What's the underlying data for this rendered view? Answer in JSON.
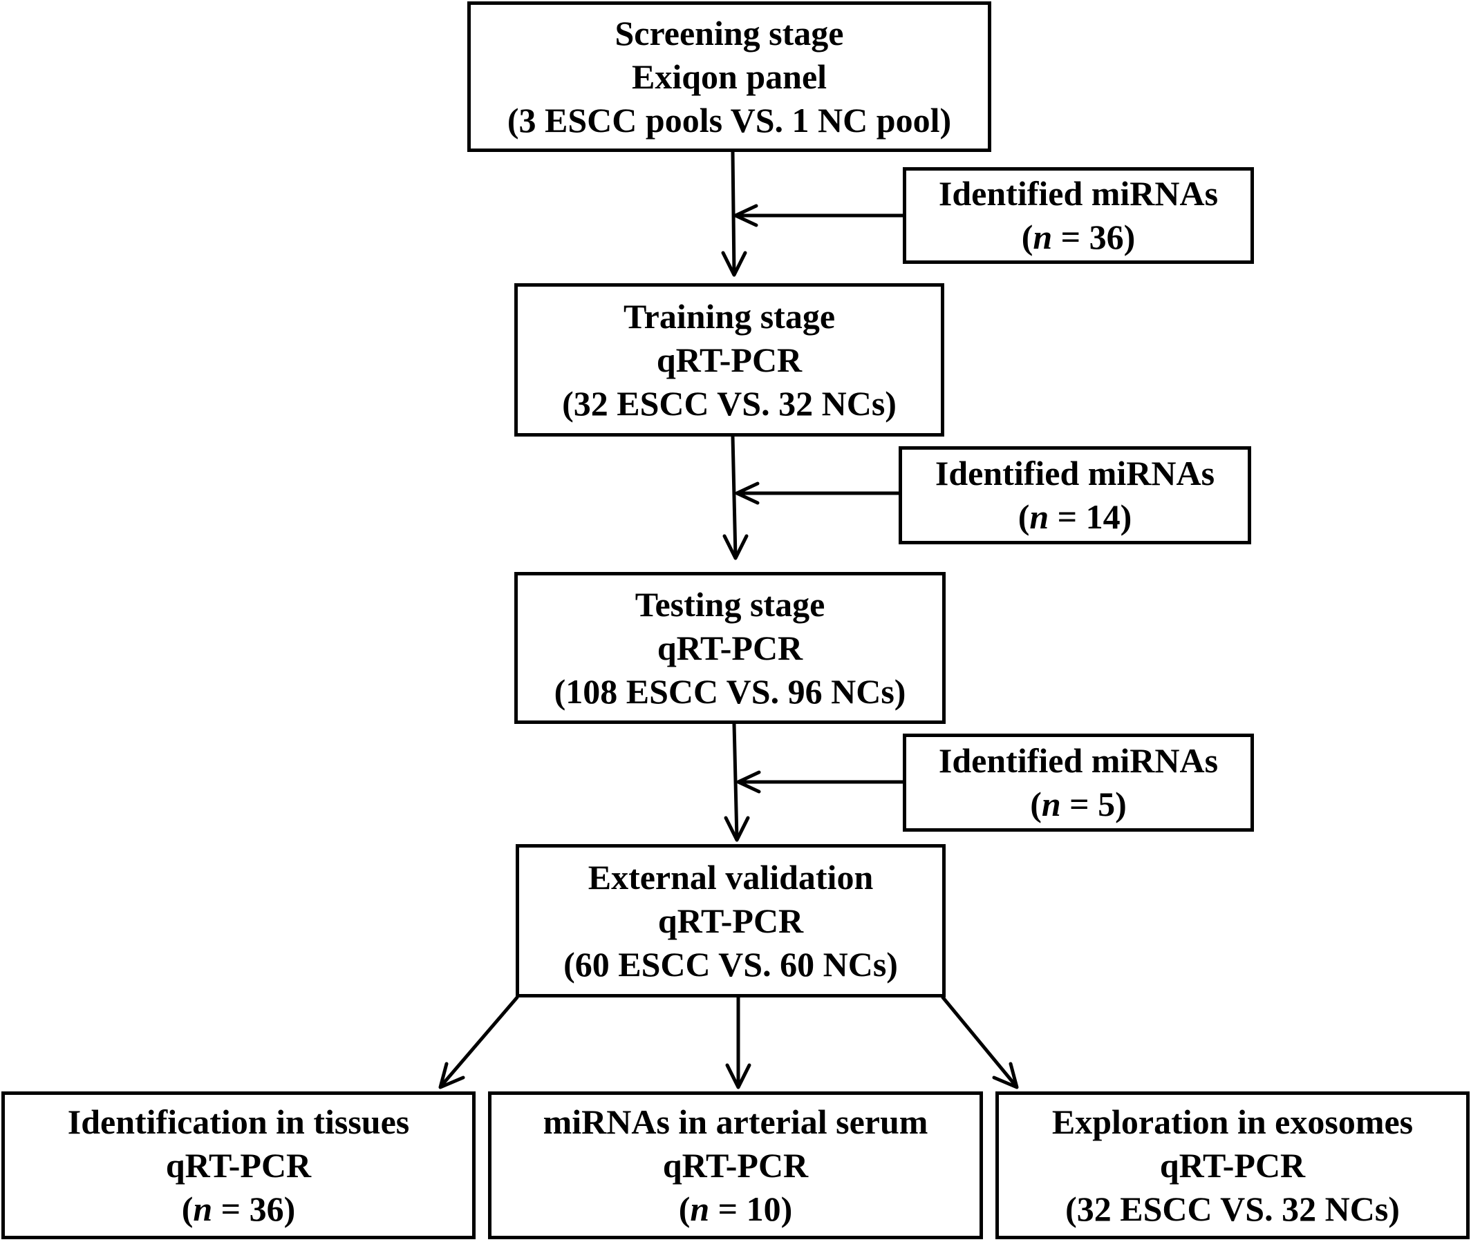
{
  "stages": {
    "screening": {
      "title": "Screening stage",
      "method": "Exiqon panel",
      "samples": "(3 ESCC pools VS. 1 NC pool)"
    },
    "training": {
      "title": "Training stage",
      "method": "qRT-PCR",
      "samples": "(32 ESCC VS. 32 NCs)"
    },
    "testing": {
      "title": "Testing stage",
      "method": "qRT-PCR",
      "samples": "(108 ESCC VS. 96 NCs)"
    },
    "external": {
      "title": "External validation",
      "method": "qRT-PCR",
      "samples": "(60 ESCC VS. 60 NCs)"
    }
  },
  "identified": [
    {
      "label": "Identified miRNAs",
      "n_prefix": "(",
      "n_var": "n",
      "n_value": " = 36)"
    },
    {
      "label": "Identified miRNAs",
      "n_prefix": "(",
      "n_var": "n",
      "n_value": " = 14)"
    },
    {
      "label": "Identified miRNAs",
      "n_prefix": "(",
      "n_var": "n",
      "n_value": " = 5)"
    }
  ],
  "outcomes": {
    "tissues": {
      "title": "Identification in tissues",
      "method": "qRT-PCR",
      "n_prefix": "(",
      "n_var": "n",
      "n_value": " = 36)"
    },
    "arterial": {
      "title": "miRNAs in arterial serum",
      "method": "qRT-PCR",
      "n_prefix": "(",
      "n_var": "n",
      "n_value": " = 10)"
    },
    "exosomes": {
      "title": "Exploration in exosomes",
      "method": "qRT-PCR",
      "samples": "(32 ESCC VS. 32 NCs)"
    }
  }
}
